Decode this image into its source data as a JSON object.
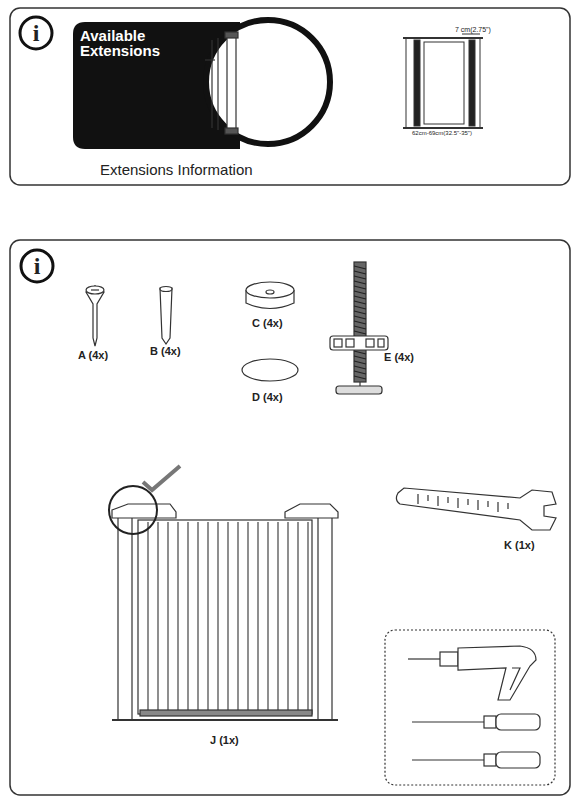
{
  "diagram": {
    "nodes": [
      {
        "text": [
          "Available Extensions"
        ]
      }
    ],
    "labels": [
      "i",
      "Extensions Information",
      "7 cm(2.75\")",
      "62cm-69cm(32.5\"-35\")",
      "i",
      "A (4x)",
      "B (4x)",
      "C (4x)",
      "D (4x)",
      "E (4x)",
      "J (1x)",
      "K (1x)"
    ]
  }
}
